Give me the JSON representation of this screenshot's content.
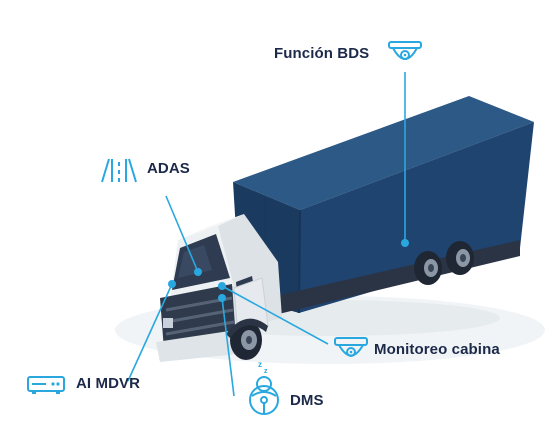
{
  "colors": {
    "accent": "#29a8e0",
    "label_text": "#1c2a4a",
    "container": "#20456f",
    "cab": "#e9ecee",
    "dark": "#253244"
  },
  "features": {
    "bds": {
      "label": "Función BDS",
      "icon": "dome-camera-icon"
    },
    "adas": {
      "label": "ADAS",
      "icon": "lane-road-icon"
    },
    "cabin": {
      "label": "Monitoreo cabina",
      "icon": "dome-camera-icon"
    },
    "mdvr": {
      "label": "AI MDVR",
      "icon": "recorder-device-icon"
    },
    "dms": {
      "label": "DMS",
      "icon": "drowsy-driver-icon"
    }
  }
}
